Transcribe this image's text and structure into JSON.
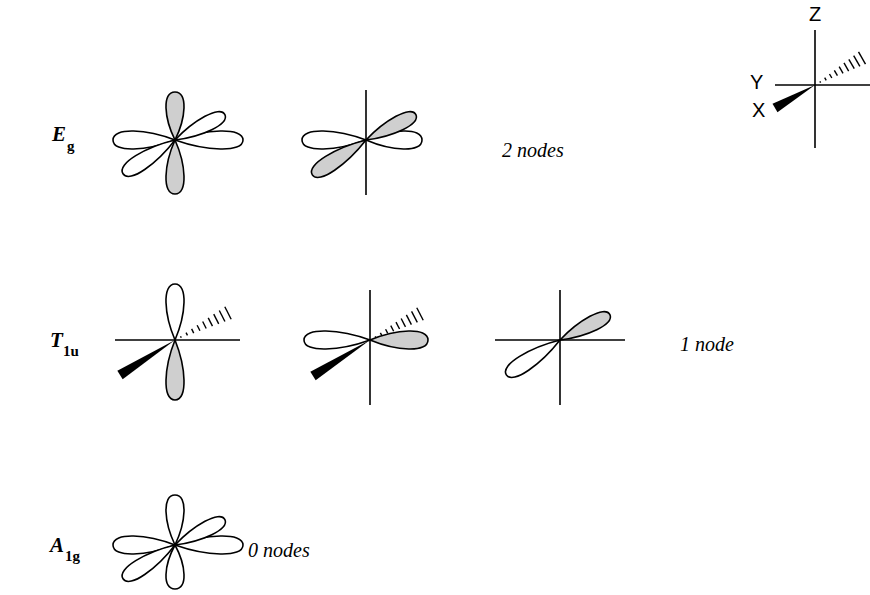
{
  "diagram": {
    "labels": [
      "E",
      "g",
      "2 nodes",
      "T",
      "1u",
      "1 node",
      "A",
      "1g",
      "0 nodes",
      "Z",
      "Y",
      "X"
    ]
  }
}
